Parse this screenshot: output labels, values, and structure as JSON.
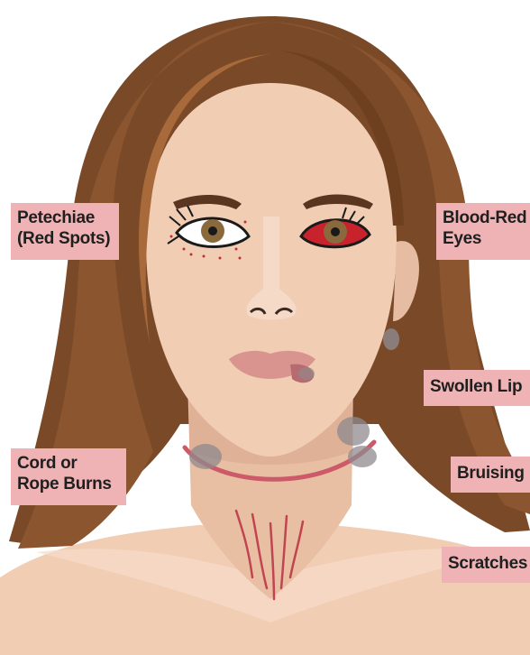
{
  "labels": {
    "petechiae": [
      "Petechiae",
      "(Red Spots)"
    ],
    "blood_red_eyes": [
      "Blood-Red",
      "Eyes"
    ],
    "swollen_lip": "Swollen Lip",
    "cord_rope_burns": [
      "Cord or",
      "Rope Burns"
    ],
    "bruising": "Bruising",
    "scratches": "Scratches"
  },
  "colors": {
    "label_background": "#f0b3b5",
    "hair": "#7a4a28",
    "skin": "#f1cdb3",
    "bruise": "#8f8a8d",
    "rope_burn": "#cc5a68",
    "scratch": "#c04550"
  }
}
